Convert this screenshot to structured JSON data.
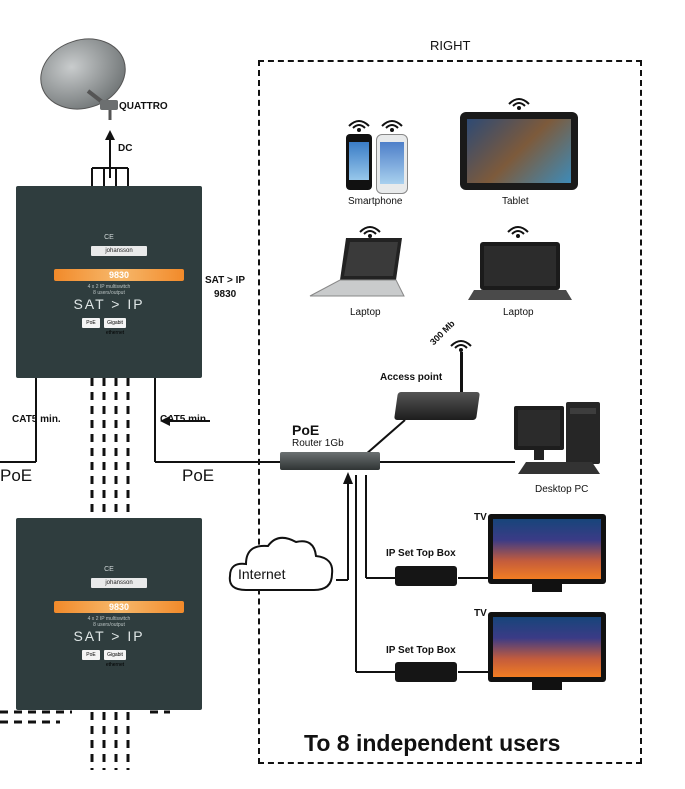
{
  "labels": {
    "right": "RIGHT",
    "quattro": "QUATTRO",
    "dc": "DC",
    "satip_line1": "SAT > IP",
    "satip_line2": "9830",
    "cat5_left": "CAT5 min.",
    "cat5_right": "CAT5 min.",
    "poe_left": "PoE",
    "poe_right": "PoE",
    "poe_router_title": "PoE",
    "router": "Router 1Gb",
    "access_point": "Access point",
    "speed": "300 Mb",
    "smartphone": "Smartphone",
    "tablet": "Tablet",
    "laptop_left": "Laptop",
    "laptop_right": "Laptop",
    "desktop": "Desktop PC",
    "tv_top": "TV",
    "tv_bottom": "TV",
    "stb_top": "IP Set Top Box",
    "stb_bottom": "IP Set Top Box",
    "internet": "Internet",
    "footer": "To 8 independent users"
  },
  "device": {
    "model": "9830",
    "brand": "johansson",
    "ce": "CE",
    "subtitle_line1": "4 x 2 IP multiswitch",
    "subtitle_line2": "8 users/output",
    "logo": "SAT > IP",
    "badge_poe": "PoE",
    "badge_gigabit": "Gigabit ethernet"
  },
  "colors": {
    "device_body": "#2f3d3e",
    "accent_orange": "#f28a2a",
    "line": "#111111"
  }
}
